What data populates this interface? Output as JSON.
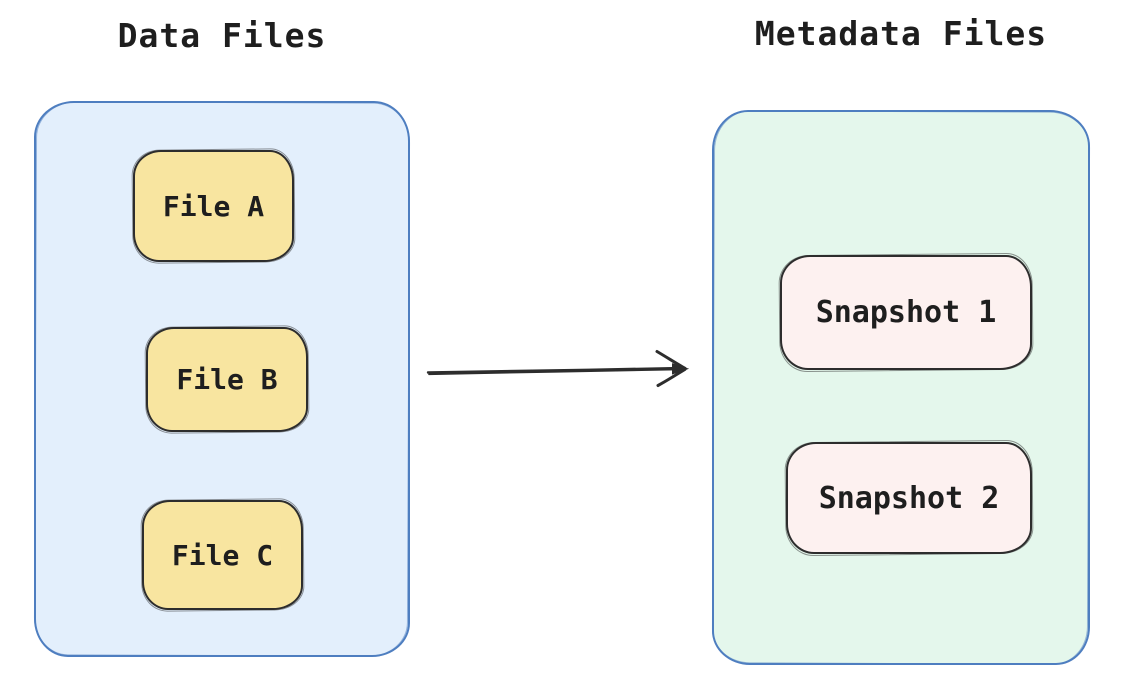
{
  "diagram": {
    "left_group": {
      "title": "Data Files",
      "items": [
        {
          "label": "File A"
        },
        {
          "label": "File B"
        },
        {
          "label": "File C"
        }
      ]
    },
    "right_group": {
      "title": "Metadata Files",
      "items": [
        {
          "label": "Snapshot 1"
        },
        {
          "label": "Snapshot 2"
        }
      ]
    },
    "arrow": {
      "direction": "left-to-right"
    },
    "colors": {
      "background": "#ffffff",
      "text": "#1e1e1e",
      "container_stroke": "#4e7ec0",
      "left_container_fill": "#e3effc",
      "right_container_fill": "#e4f7ec",
      "file_fill": "#f8e5a0",
      "snapshot_fill": "#fdf1f0",
      "node_stroke": "#2d2d2d"
    }
  }
}
